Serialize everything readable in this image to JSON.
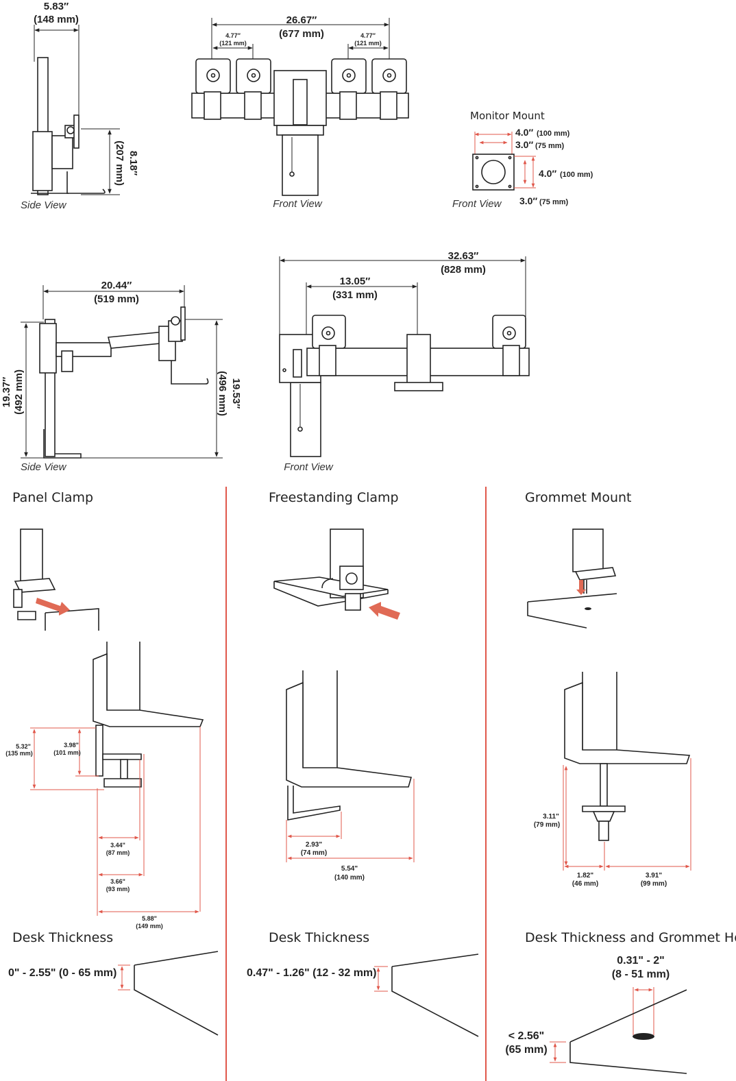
{
  "top": {
    "side_view": {
      "width_in": "5.83″",
      "width_mm": "(148 mm)",
      "height_in": "8.18″",
      "height_mm": "(207 mm)",
      "caption": "Side View"
    },
    "front_view": {
      "width_in": "26.67″",
      "width_mm": "(677 mm)",
      "left_in": "4.77″",
      "left_mm": "(121 mm)",
      "right_in": "4.77″",
      "right_mm": "(121 mm)",
      "caption": "Front View"
    },
    "monitor_mount": {
      "title": "Monitor Mount",
      "w100_in": "4.0″",
      "w100_mm": "(100 mm)",
      "w75_in": "3.0″",
      "w75_mm": "(75 mm)",
      "h100_in": "4.0″",
      "h100_mm": "(100 mm)",
      "h75_in": "3.0″",
      "h75_mm": "(75 mm)",
      "caption": "Front View"
    }
  },
  "middle": {
    "side_view": {
      "reach_in": "20.44″",
      "reach_mm": "(519 mm)",
      "left_h_in": "19.37″",
      "left_h_mm": "(492 mm)",
      "right_h_in": "19.53″",
      "right_h_mm": "(496 mm)",
      "caption": "Side View"
    },
    "front_view": {
      "total_in": "32.63″",
      "total_mm": "(828 mm)",
      "center_in": "13.05″",
      "center_mm": "(331 mm)",
      "caption": "Front View"
    }
  },
  "panel_clamp": {
    "title": "Panel Clamp",
    "d1_in": "5.32\"",
    "d1_mm": "(135 mm)",
    "d2_in": "3.98\"",
    "d2_mm": "(101 mm)",
    "d3_in": "3.44\"",
    "d3_mm": "(87 mm)",
    "d4_in": "3.66\"",
    "d4_mm": "(93 mm)",
    "d5_in": "5.88\"",
    "d5_mm": "(149 mm)",
    "desk_title": "Desk Thickness",
    "desk_value": "0\" - 2.55\" (0 - 65 mm)"
  },
  "freestanding_clamp": {
    "title": "Freestanding Clamp",
    "d1_in": "2.93\"",
    "d1_mm": "(74 mm)",
    "d2_in": "5.54\"",
    "d2_mm": "(140 mm)",
    "desk_title": "Desk Thickness",
    "desk_value": "0.47\" - 1.26\" (12 - 32 mm)"
  },
  "grommet_mount": {
    "title": "Grommet Mount",
    "d1_in": "3.11\"",
    "d1_mm": "(79 mm)",
    "d2_in": "1.82\"",
    "d2_mm": "(46 mm)",
    "d3_in": "3.91\"",
    "d3_mm": "(99 mm)",
    "desk_title": "Desk Thickness and Grommet Hole",
    "hole_in": "0.31\" - 2\"",
    "hole_mm": "(8 - 51 mm)",
    "thick_in": "< 2.56\"",
    "thick_mm": "(65 mm)"
  },
  "colors": {
    "divider": "#e0574a",
    "arrow": "#e06a55",
    "line": "#222222"
  }
}
